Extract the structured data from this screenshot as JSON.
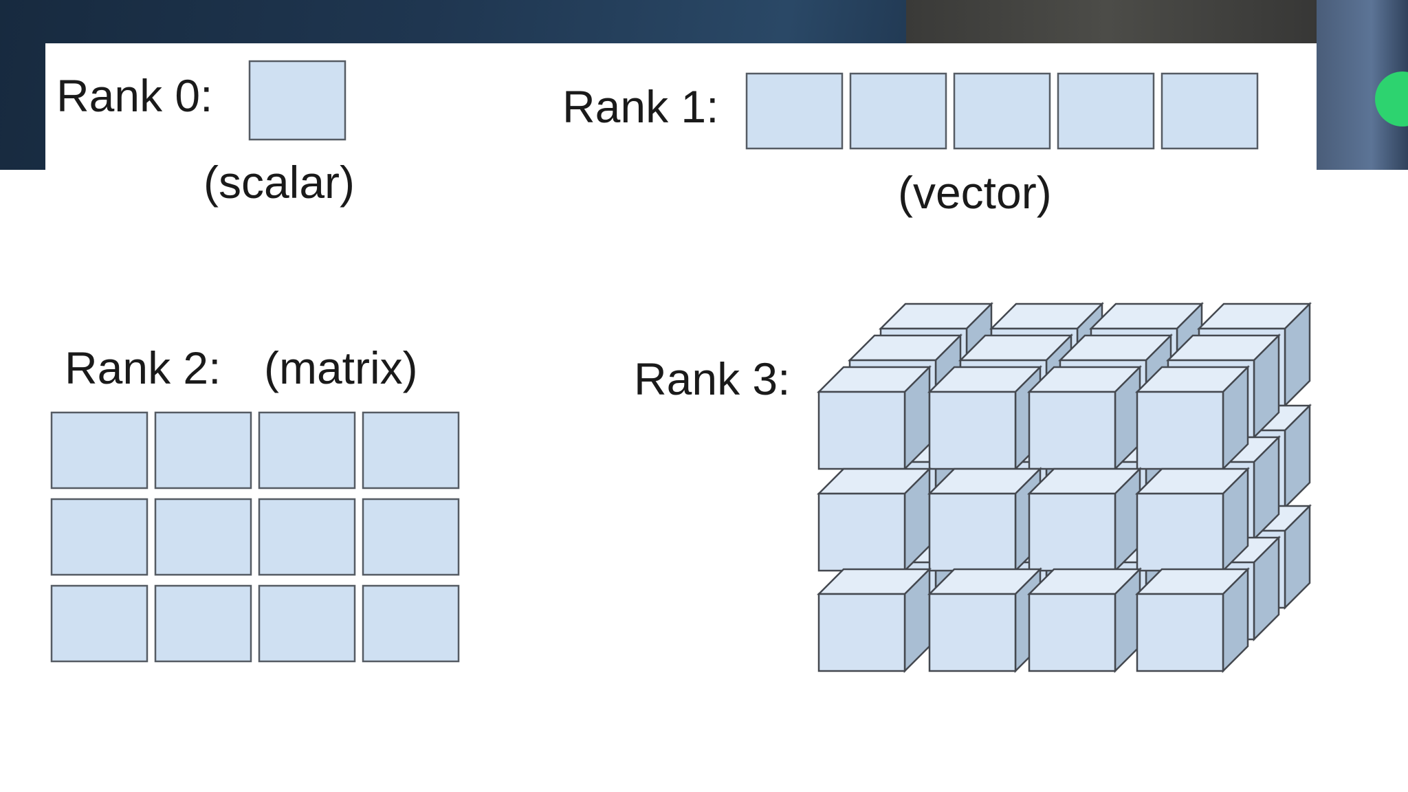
{
  "rank0": {
    "label": "Rank 0:",
    "caption": "(scalar)",
    "cells": 1
  },
  "rank1": {
    "label": "Rank 1:",
    "caption": "(vector)",
    "cells": 5
  },
  "rank2": {
    "label": "Rank 2:",
    "caption": "(matrix)",
    "rows": 3,
    "cols": 4
  },
  "rank3": {
    "label": "Rank 3:",
    "rows": 3,
    "cols": 4,
    "depth": 3
  },
  "colors": {
    "cell_fill": "#cfe0f2",
    "cube_side": "#a9bed3",
    "cube_top": "#e3edf8",
    "outline": "#44484f"
  }
}
